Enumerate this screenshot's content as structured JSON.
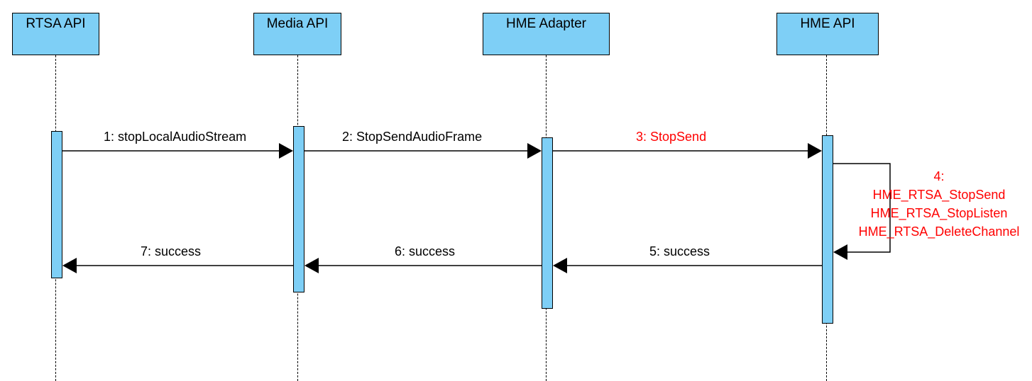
{
  "participants": {
    "rtsa": "RTSA API",
    "media": "Media API",
    "adapter": "HME Adapter",
    "hme": "HME API"
  },
  "messages": {
    "m1": "1: stopLocalAudioStream",
    "m2": "2: StopSendAudioFrame",
    "m3": "3: StopSend",
    "m4": [
      "4:",
      "HME_RTSA_StopSend",
      "HME_RTSA_StopListen",
      "HME_RTSA_DeleteChannel"
    ],
    "m5": "5: success",
    "m6": "6: success",
    "m7": "7: success"
  },
  "colors": {
    "box_fill": "#7ecff6",
    "highlight_text": "#ff0000",
    "line": "#000000"
  }
}
